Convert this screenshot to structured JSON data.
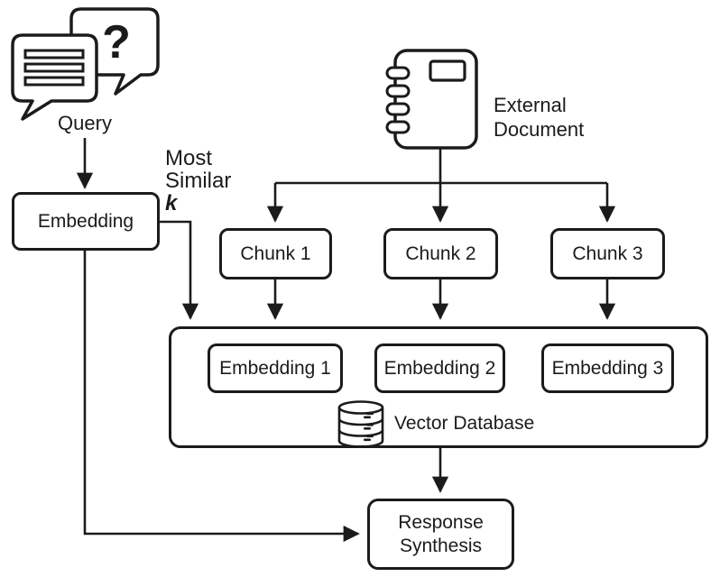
{
  "colors": {
    "ink": "#1b1b1b",
    "background": "#ffffff"
  },
  "nodes": {
    "query": {
      "label": "Query",
      "question_mark": "?"
    },
    "embedding": {
      "label": "Embedding"
    },
    "most_similar": {
      "line1": "Most",
      "line2": "Similar",
      "k_label": "k"
    },
    "external_document": {
      "line1": "External",
      "line2": "Document"
    },
    "chunks": [
      {
        "label": "Chunk 1"
      },
      {
        "label": "Chunk 2"
      },
      {
        "label": "Chunk 3"
      }
    ],
    "vector_database": {
      "label": "Vector Database",
      "embeddings": [
        {
          "label": "Embedding 1"
        },
        {
          "label": "Embedding 2"
        },
        {
          "label": "Embedding 3"
        }
      ]
    },
    "response_synthesis": {
      "line1": "Response",
      "line2": "Synthesis"
    }
  }
}
